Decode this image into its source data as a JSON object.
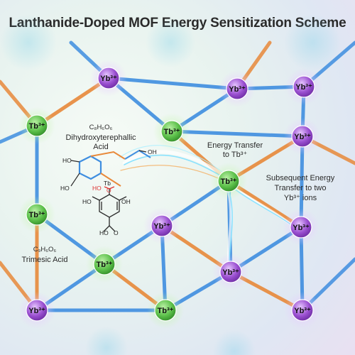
{
  "title": "Lanthanide-Doped MOF Energy Sensitization Scheme",
  "colors": {
    "tb_node": "#5cc04a",
    "yb_node": "#9a4fd0",
    "linker_blue": "#3f8ee0",
    "linker_orange": "#e8893a",
    "ion_text": "#111111"
  },
  "ions": {
    "tb": "Tb³⁺",
    "yb": "Yb³⁺"
  },
  "annotations": {
    "dihydroxy_formula": "C₈H₆O₆",
    "dihydroxy_name_line1": "Dihydroxyterephallic",
    "dihydroxy_name_line2": "Acid",
    "trimesic_formula": "C₉H₆O₆",
    "trimesic_name": "Trimesic Acid",
    "energy_transfer_line1": "Energy Transfer",
    "energy_transfer_line2": "to Tb³⁺",
    "subsequent_line1": "Subsequent Energy",
    "subsequent_line2": "Transfer to two",
    "subsequent_line3": "Yb³⁺ ions"
  },
  "molecule_labels": {
    "oh": "OH",
    "ho": "HO",
    "o": "O",
    "tb_center": "Tb"
  }
}
